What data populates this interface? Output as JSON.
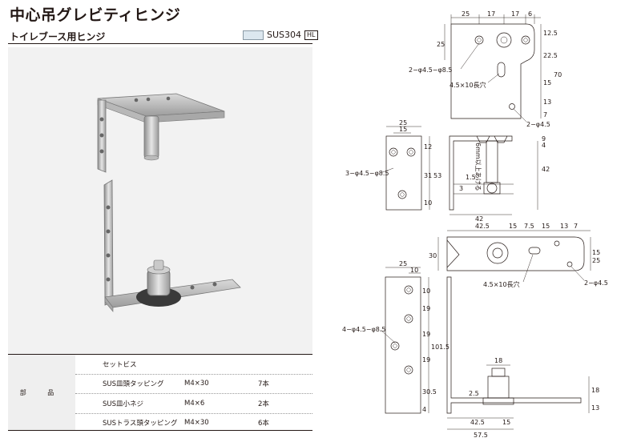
{
  "header": {
    "title": "中心吊グレビティヒンジ",
    "subtitle": "トイレブース用ヒンジ",
    "material": "SUS304",
    "finish": "HL"
  },
  "parts": {
    "label": "部 品",
    "rows": [
      {
        "name": "セットビス",
        "size": "",
        "qty": ""
      },
      {
        "name": "SUS皿頭タッピング",
        "size": "M4×30",
        "qty": "7本"
      },
      {
        "name": "SUS皿小ネジ",
        "size": "M4×6",
        "qty": "2本"
      },
      {
        "name": "SUSトラス頭タッピング",
        "size": "M4×30",
        "qty": "6本"
      }
    ]
  },
  "drawing": {
    "top_plate": {
      "dims": [
        "25",
        "17",
        "17",
        "6",
        "12.5",
        "25",
        "22.5",
        "70",
        "15",
        "13",
        "7"
      ],
      "notes": [
        "2−φ4.5−φ8.5",
        "4.5×10長穴",
        "2−φ4.5"
      ]
    },
    "top_bracket": {
      "dims": [
        "25",
        "15",
        "12",
        "31",
        "53",
        "10",
        "42",
        "3",
        "1.5",
        "42",
        "9",
        "4"
      ],
      "notes": [
        "3−φ4.5−φ8.5",
        "6mm以上あける"
      ]
    },
    "bottom_plate": {
      "dims": [
        "42.5",
        "15",
        "7.5",
        "15",
        "13",
        "7",
        "30",
        "15",
        "25",
        "2−φ4.5"
      ],
      "notes": [
        "4.5×10長穴"
      ]
    },
    "bottom_bracket": {
      "dims": [
        "25",
        "10",
        "10",
        "19",
        "101.5",
        "19",
        "19",
        "30.5",
        "4",
        "18",
        "18",
        "2.5",
        "13",
        "42.5",
        "15",
        "57.5"
      ],
      "notes": [
        "4−φ4.5−φ8.5"
      ]
    }
  },
  "colors": {
    "photo_bg": "#f2f2f2",
    "ink": "#231815",
    "material_swatch": "#dce7ef",
    "guide": "#3f9a57"
  }
}
